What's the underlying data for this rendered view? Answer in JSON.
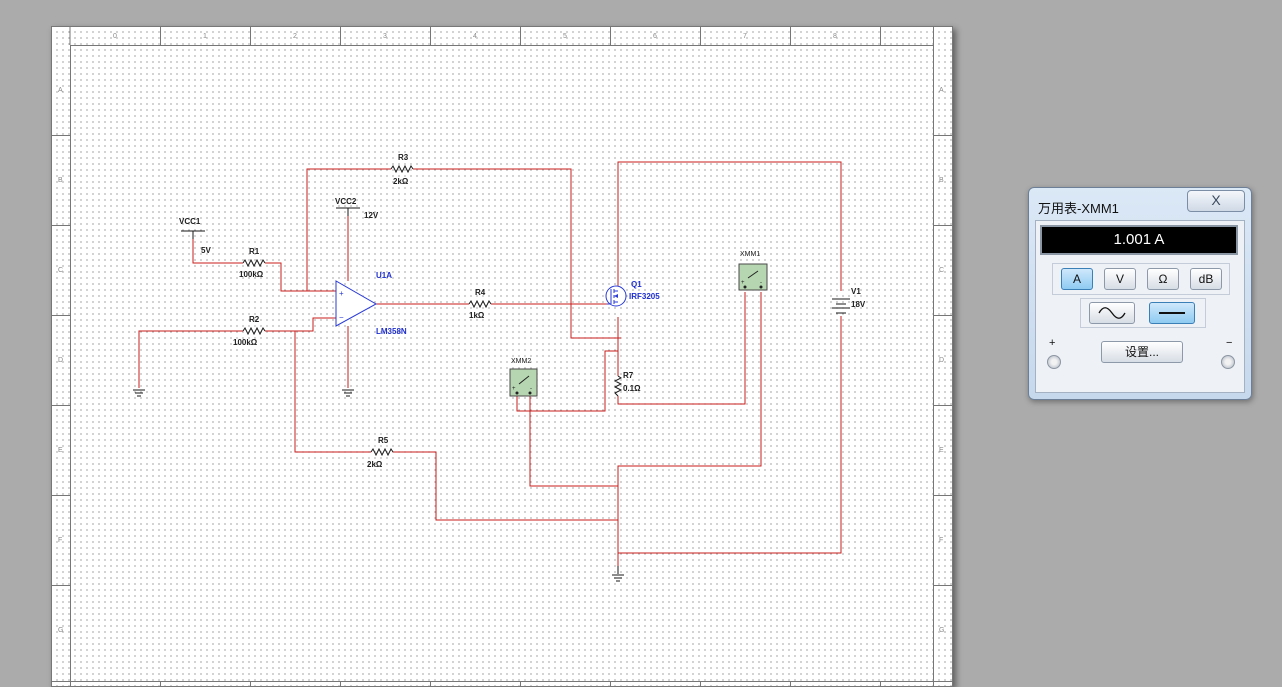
{
  "schematic": {
    "border": {
      "columns": [
        "0",
        "1",
        "2",
        "3",
        "4",
        "5",
        "6",
        "7",
        "8"
      ],
      "rows": [
        "A",
        "B",
        "C",
        "D",
        "E",
        "F",
        "G"
      ]
    },
    "components": {
      "vcc1": {
        "name": "VCC1",
        "value": "5V"
      },
      "vcc2": {
        "name": "VCC2",
        "value": "12V"
      },
      "r1": {
        "name": "R1",
        "value": "100kΩ"
      },
      "r2": {
        "name": "R2",
        "value": "100kΩ"
      },
      "r3": {
        "name": "R3",
        "value": "2kΩ"
      },
      "r4": {
        "name": "R4",
        "value": "1kΩ"
      },
      "r5": {
        "name": "R5",
        "value": "2kΩ"
      },
      "r7": {
        "name": "R7",
        "value": "0.1Ω"
      },
      "u1": {
        "name": "U1A",
        "part": "LM358N"
      },
      "q1": {
        "name": "Q1",
        "part": "IRF3205"
      },
      "v1": {
        "name": "V1",
        "value": "18V"
      },
      "xmm1": {
        "name": "XMM1"
      },
      "xmm2": {
        "name": "XMM2"
      }
    },
    "colors": {
      "wire": "#c81e1e",
      "sheet": "#ffffff",
      "workspace": "#ababab",
      "label_blue": "#1f2fd0"
    }
  },
  "multimeter": {
    "title": "万用表-XMM1",
    "close_label": "X",
    "reading": "1.001 A",
    "mode_buttons": [
      {
        "label": "A",
        "active": true
      },
      {
        "label": "V",
        "active": false
      },
      {
        "label": "Ω",
        "active": false
      },
      {
        "label": "dB",
        "active": false
      }
    ],
    "signal_buttons": [
      {
        "icon": "ac-wave-icon",
        "active": false
      },
      {
        "icon": "dc-line-icon",
        "active": true
      }
    ],
    "settings_label": "设置...",
    "plus_label": "+",
    "minus_label": "−"
  }
}
